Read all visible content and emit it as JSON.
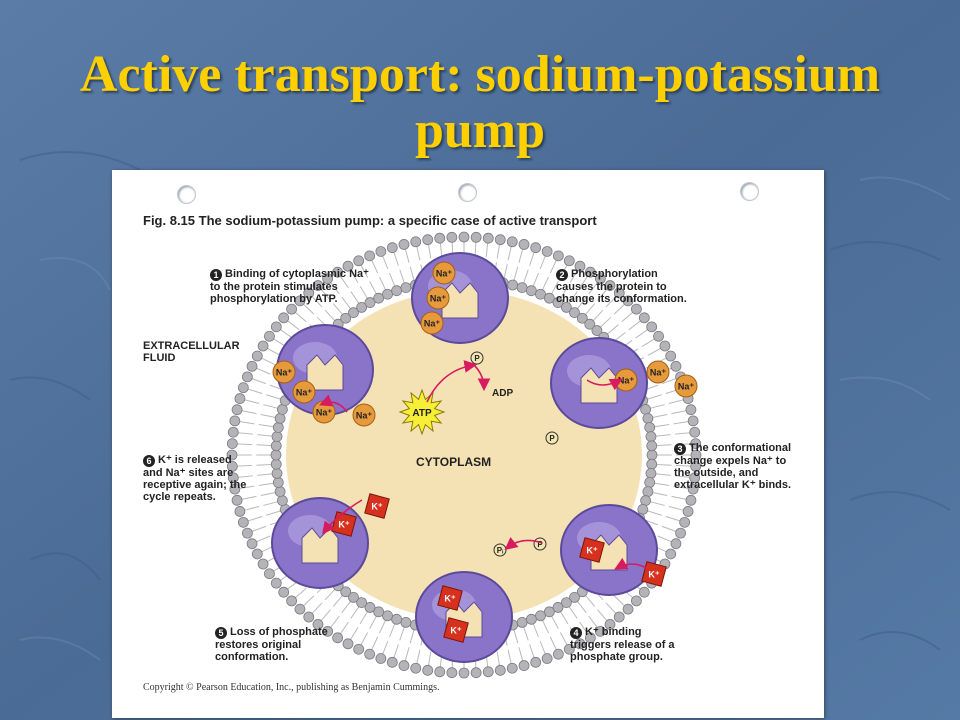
{
  "slide": {
    "title_line1": "Active transport: sodium-potassium",
    "title_line2": "pump",
    "title_color": "#ffd000",
    "background_color": "#4d6f99"
  },
  "figure": {
    "caption": "Fig. 8.15  The sodium-potassium pump: a specific case of active transport",
    "extracellular_label_1": "EXTRACELLULAR",
    "extracellular_label_2": "FLUID",
    "cytoplasm_label": "CYTOPLASM",
    "steps": [
      {
        "number": "1",
        "lines": [
          "Binding of cytoplasmic Na⁺",
          "to the protein stimulates",
          "phosphorylation by ATP."
        ]
      },
      {
        "number": "2",
        "lines": [
          "Phosphorylation",
          "causes the protein to",
          "change its conformation."
        ]
      },
      {
        "number": "3",
        "lines": [
          "The conformational",
          "change expels Na⁺ to",
          "the outside, and",
          "extracellular K⁺ binds."
        ]
      },
      {
        "number": "4",
        "lines": [
          "K⁺ binding",
          "triggers release of a",
          "phosphate group."
        ]
      },
      {
        "number": "5",
        "lines": [
          "Loss of phosphate",
          "restores original",
          "conformation."
        ]
      },
      {
        "number": "6",
        "lines": [
          "K⁺ is released",
          "and Na⁺ sites are",
          "receptive again; the",
          "cycle repeats."
        ]
      }
    ],
    "ion_labels": {
      "sodium": "Na⁺",
      "potassium": "K⁺",
      "atp": "ATP",
      "adp": "ADP",
      "phosphate": "P",
      "inorganic_phosphate": "Pᵢ"
    },
    "copyright": "Copyright © Pearson Education, Inc., publishing as Benjamin Cummings.",
    "colors": {
      "cytoplasm": "#f5e2b4",
      "membrane_head": "#b3b3b8",
      "protein": "#8a74c9",
      "protein_dark": "#5b4a9a",
      "sodium": "#e79a3c",
      "potassium": "#d5311e",
      "atp": "#f7ee37",
      "arrow": "#d81b60"
    }
  }
}
